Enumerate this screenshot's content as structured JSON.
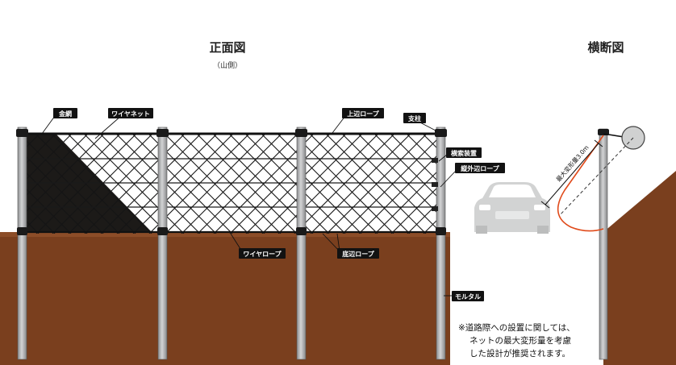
{
  "titles": {
    "front_view": "正面図",
    "front_view_sub": "（山側）",
    "cross_section": "横断図"
  },
  "labels": {
    "wire_mesh": "金網",
    "wire_net": "ワイヤネット",
    "top_rope": "上辺ロープ",
    "post": "支柱",
    "cross_device": "横索装置",
    "vertical_outer_rope": "縦外辺ロープ",
    "wire_rope": "ワイヤロープ",
    "bottom_rope": "底辺ロープ",
    "mortar": "モルタル"
  },
  "cross_section": {
    "max_deformation": "最大変形量3.0m"
  },
  "note": {
    "line1": "※道路際への設置に関しては、",
    "line2": "ネットの最大変形量を考慮",
    "line3": "した設計が推奨されます。"
  },
  "colors": {
    "ground": "#7a3f1e",
    "post": "#a9aaab",
    "net_line": "#151515",
    "mesh_fill": "#1c1a18",
    "tag_bg": "#121212",
    "deform_curve": "#e04a1a",
    "car": "#cfd0d0"
  }
}
